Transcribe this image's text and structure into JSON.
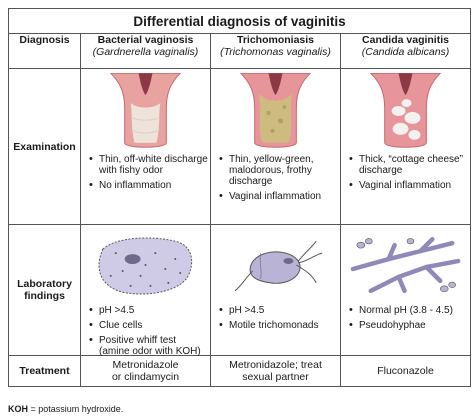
{
  "title": "Differential diagnosis of vaginitis",
  "header": {
    "diagnosis": "Diagnosis",
    "columns": [
      {
        "name": "Bacterial vaginosis",
        "organism": "(Gardnerella vaginalis)"
      },
      {
        "name": "Trichomoniasis",
        "organism": "(Trichomonas vaginalis)"
      },
      {
        "name": "Candida vaginitis",
        "organism": "(Candida albicans)"
      }
    ]
  },
  "rows": {
    "examination": {
      "label": "Examination",
      "cells": [
        {
          "items": [
            "Thin, off-white discharge with fishy odor",
            "No inflammation"
          ]
        },
        {
          "items": [
            "Thin, yellow-green, malodorous, frothy discharge",
            "Vaginal inflammation"
          ]
        },
        {
          "items": [
            "Thick, “cottage cheese” discharge",
            "Vaginal inflammation"
          ]
        }
      ]
    },
    "laboratory": {
      "label1": "Laboratory",
      "label2": "findings",
      "cells": [
        {
          "items": [
            "pH >4.5",
            "Clue cells",
            "Positive whiff test (amine odor with KOH)"
          ]
        },
        {
          "items": [
            "pH >4.5",
            "Motile trichomonads"
          ]
        },
        {
          "items": [
            "Normal pH (3.8 - 4.5)",
            "Pseudohyphae"
          ]
        }
      ]
    },
    "treatment": {
      "label": "Treatment",
      "cells": [
        {
          "line1": "Metronidazole",
          "line2": "or clindamycin"
        },
        {
          "line1": "Metronidazole; treat",
          "line2": "sexual partner"
        },
        {
          "line1": "Fluconazole",
          "line2": ""
        }
      ]
    }
  },
  "footnote": {
    "abbr": "KOH",
    "text": " = potassium hydroxide."
  },
  "colors": {
    "tissue": "#e8a2a0",
    "tissue_dark": "#c56a6d",
    "bv_discharge": "#eeeae0",
    "trich_discharge": "#c9c27a",
    "candida_discharge": "#f4f2ee",
    "cell": "#b9b3d6"
  }
}
